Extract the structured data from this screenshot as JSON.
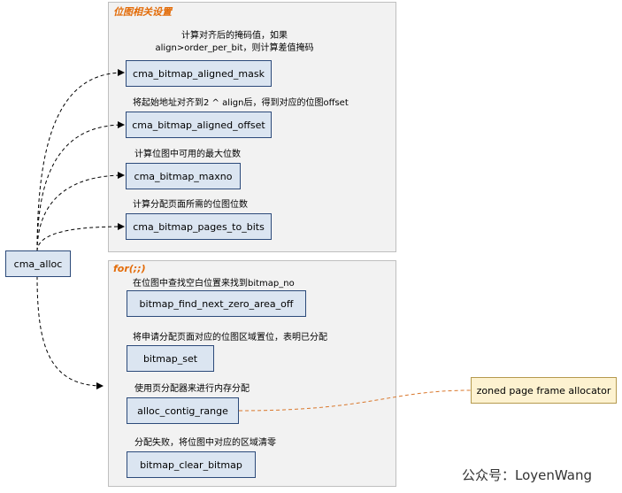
{
  "groups": {
    "bitmap_settings": {
      "title": "位图相关设置"
    },
    "loop": {
      "title": "for(;;)"
    }
  },
  "caller": {
    "label": "cma_alloc"
  },
  "bitmap_steps": [
    {
      "note_line1": "计算对齐后的掩码值，如果",
      "note_line2": "align>order_per_bit，则计算差值掩码",
      "label": "cma_bitmap_aligned_mask"
    },
    {
      "note_line1": "将起始地址对齐到2 ^ align后，得到对应的位图offset",
      "label": "cma_bitmap_aligned_offset"
    },
    {
      "note_line1": "计算位图中可用的最大位数",
      "label": "cma_bitmap_maxno"
    },
    {
      "note_line1": "计算分配页面所需的位图位数",
      "label": "cma_bitmap_pages_to_bits"
    }
  ],
  "loop_steps": [
    {
      "note": "在位图中查找空白位置来找到bitmap_no",
      "label": "bitmap_find_next_zero_area_off"
    },
    {
      "note": "将申请分配页面对应的位图区域置位，表明已分配",
      "label": "bitmap_set"
    },
    {
      "note": "使用页分配器来进行内存分配",
      "label": "alloc_contig_range"
    },
    {
      "note": "分配失败，将位图中对应的区域清零",
      "label": "bitmap_clear_bitmap"
    }
  ],
  "external": {
    "label": "zoned page frame allocator"
  },
  "watermark": "公众号：LoyenWang",
  "colors": {
    "node_fill": "#dbe5f1",
    "node_border": "#2c4a7a",
    "group_fill": "#f2f2f2",
    "group_title": "#e36c09",
    "external_fill": "#fdf2d0",
    "external_link": "#d9772b"
  }
}
